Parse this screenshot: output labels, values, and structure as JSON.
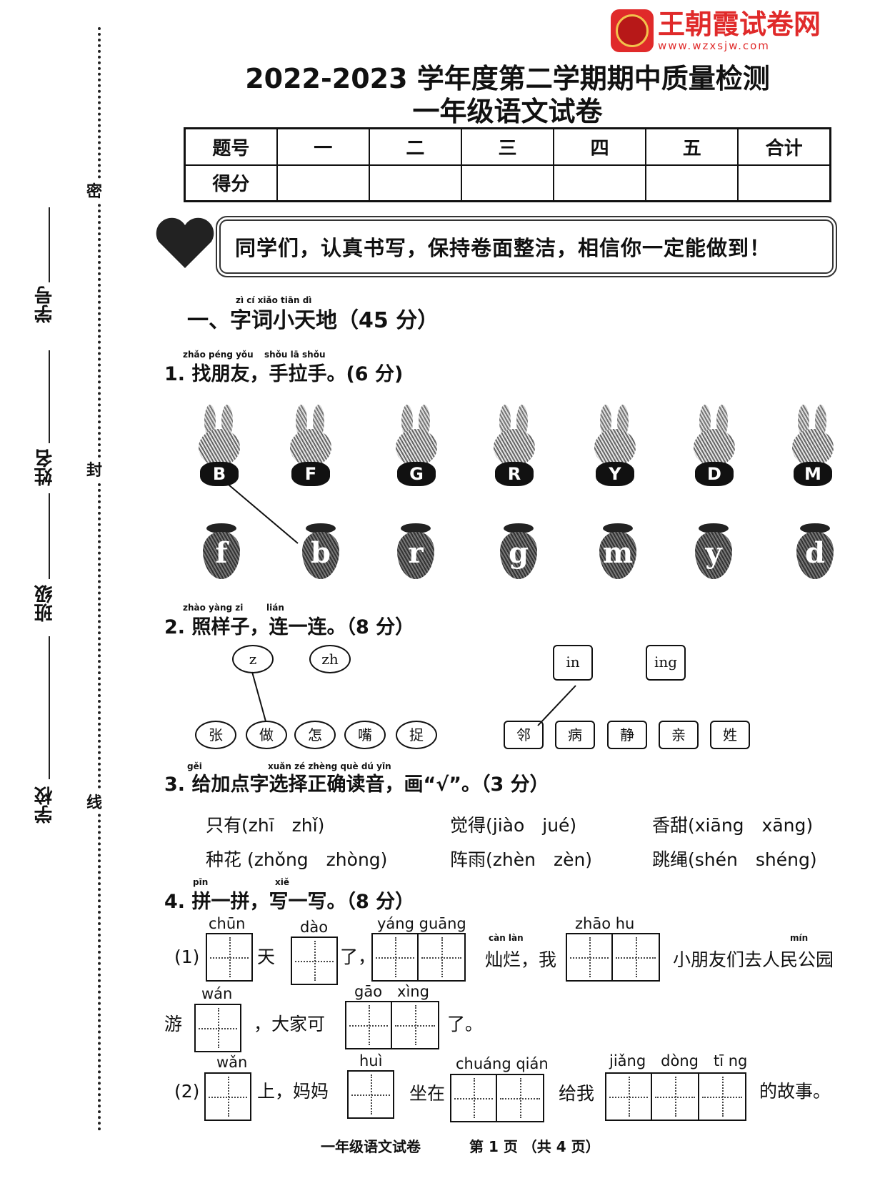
{
  "margin": {
    "labels": [
      "学号",
      "姓名",
      "班级",
      "学校"
    ],
    "seals": [
      "密",
      "封",
      "线"
    ]
  },
  "logo": {
    "name": "王朝霞试卷网",
    "url": "www.wzxsjw.com"
  },
  "title": {
    "line1": "2022-2023 学年度第二学期期中质量检测",
    "line2": "一年级语文试卷"
  },
  "score_table": {
    "header": [
      "题号",
      "一",
      "二",
      "三",
      "四",
      "五",
      "合计"
    ],
    "row_label": "得分"
  },
  "banner": "同学们，认真书写，保持卷面整洁，相信你一定能做到！",
  "section1": {
    "pinyin": "zì cí xiǎo tiān dì",
    "title": "一、字词小天地（45 分）"
  },
  "q1": {
    "pinyin1": "zhǎo péng yǒu",
    "pinyin2": "shǒu lā shǒu",
    "title": "1. 找朋友，手拉手。(6 分)",
    "upper": [
      "B",
      "F",
      "G",
      "R",
      "Y",
      "D",
      "M"
    ],
    "lower": [
      "f",
      "b",
      "r",
      "g",
      "m",
      "y",
      "d"
    ]
  },
  "q2": {
    "pinyin1": "zhào yàng zi",
    "pinyin2": "lián",
    "title": "2. 照样子，连一连。（8 分）",
    "initials": [
      "z",
      "zh"
    ],
    "chars1": [
      "张",
      "做",
      "怎",
      "嘴",
      "捉"
    ],
    "finals": [
      "in",
      "ing"
    ],
    "chars2": [
      "邻",
      "病",
      "静",
      "亲",
      "姓"
    ]
  },
  "q3": {
    "pinyin1": "gěi",
    "pinyin2": "xuǎn zé zhèng què dú yīn",
    "title": "3. 给加点字选择正确读音，画“√”。（3 分）",
    "items": [
      "只有(zhī　zhǐ)",
      "觉得(jiào　jué)",
      "香甜(xiāng　xāng)",
      "种花 (zhǒng　zhòng)",
      "阵雨(zhèn　zèn)",
      "跳绳(shén　shéng)"
    ]
  },
  "q4": {
    "pinyin1": "pīn",
    "pinyin2": "xiě",
    "title": "4. 拼一拼，写一写。（8 分）",
    "p1": "(1)",
    "p2": "(2)",
    "py": [
      "chūn",
      "dào",
      "yáng guāng",
      "zhāo hu",
      "wán",
      "gāo　xìng",
      "wǎn",
      "huì",
      "chuáng qián",
      "jiǎng　dòng　tī ng",
      "càn làn",
      "mín"
    ],
    "t": [
      "天",
      "了，",
      "灿烂，我",
      "小朋友们去人民公园",
      "游",
      "，大家可",
      "了。",
      "上，妈妈",
      "坐在",
      "给我",
      "的故事。"
    ]
  },
  "footer": {
    "left": "一年级语文试卷",
    "right": "第 1 页 （共 4 页）"
  }
}
